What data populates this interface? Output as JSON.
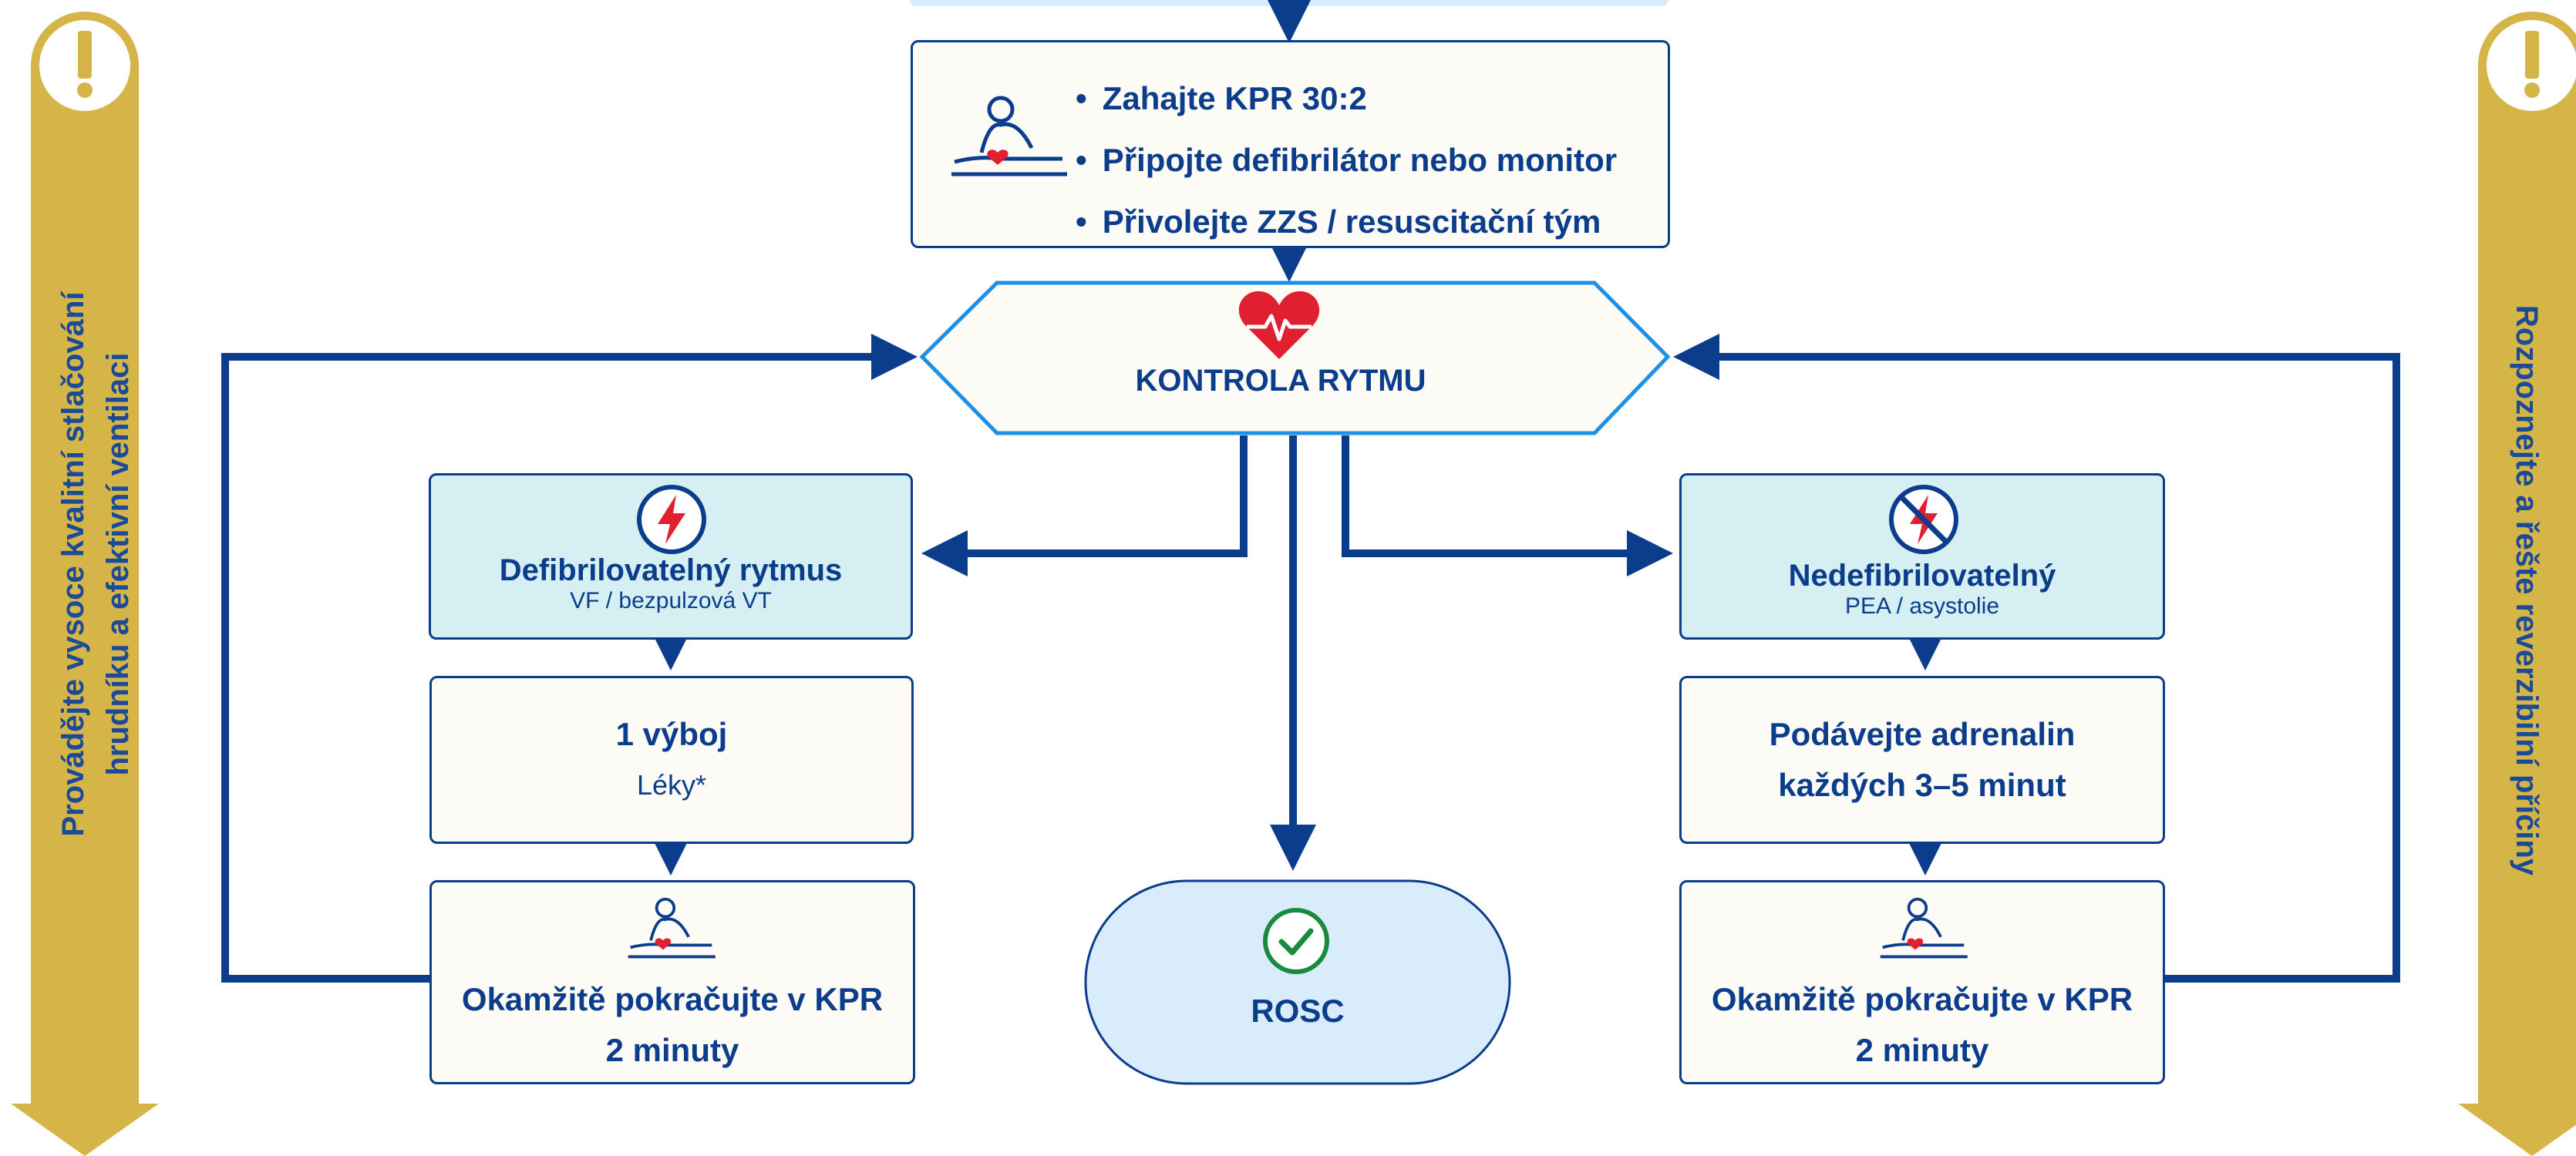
{
  "colors": {
    "primary": "#0b3d8c",
    "box_fill": "#fcfbf6",
    "rhythm_fill": "#d5eff3",
    "rosc_fill": "#d8ecfb",
    "hex_border": "#1e90e6",
    "side_arrow": "#d6b548",
    "heart_red": "#e02030",
    "check_green": "#1a8a3f"
  },
  "side_banners": {
    "left": {
      "icon": "exclamation-icon",
      "line1": "Provádějte vysoce kvalitní stlačování",
      "line2": "hrudníku a efektivní ventilaci"
    },
    "right": {
      "icon": "exclamation-icon",
      "text": "Rozpoznejte a řešte reverzibilní příčiny"
    }
  },
  "start_box": {
    "icon": "cpr-icon",
    "bullets": [
      "Zahajte KPR 30:2",
      "Připojte defibrilátor nebo monitor",
      "Přivolejte ZZS / resuscitační tým"
    ]
  },
  "rhythm_check": {
    "icon": "heart-ecg-icon",
    "label": "KONTROLA RYTMU"
  },
  "left_branch": {
    "rhythm": {
      "icon": "lightning-icon",
      "title": "Defibrilovatelný rytmus",
      "subtitle": "VF / bezpulzová VT"
    },
    "action": {
      "title": "1 výboj",
      "subtitle": "Léky*"
    },
    "cpr": {
      "icon": "cpr-icon",
      "line1": "Okamžitě pokračujte v KPR",
      "line2": "2 minuty"
    }
  },
  "right_branch": {
    "rhythm": {
      "icon": "no-lightning-icon",
      "title": "Nedefibrilovatelný",
      "subtitle": "PEA / asystolie"
    },
    "action": {
      "line1": "Podávejte adrenalin",
      "line2": "každých 3–5 minut"
    },
    "cpr": {
      "icon": "cpr-icon",
      "line1": "Okamžitě pokračujte v KPR",
      "line2": "2 minuty"
    }
  },
  "rosc": {
    "icon": "check-circle-icon",
    "label": "ROSC"
  }
}
